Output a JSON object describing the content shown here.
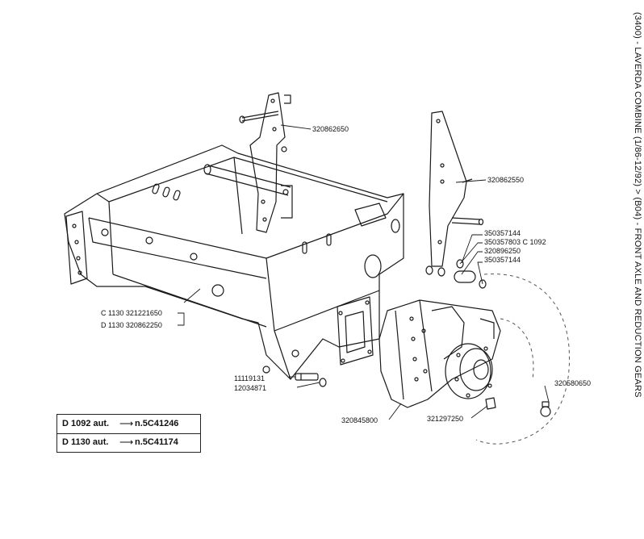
{
  "side_title": "(3400) - LAVERDA COMBINE (1/86-12/92) > (B04) - FRONT AXLE AND REDUCTION GEARS",
  "legend": [
    {
      "model": "D 1092 aut.",
      "arrow": "⟶",
      "serial": "n.5C41246"
    },
    {
      "model": "D 1130 aut.",
      "arrow": "⟶",
      "serial": "n.5C41174"
    }
  ],
  "callouts": {
    "p320862650": "320862650",
    "p320862550": "320862550",
    "p350357144_a": "350357144",
    "p350357803": "350357803 C 1092",
    "p320896250": "320896250",
    "p350357144_b": "350357144",
    "p321221650": "C 1130 321221650",
    "p320862250": "D 1130 320862250",
    "p11119131": "11119131",
    "p12034871": "12034871",
    "p320845800": "320845800",
    "p321297250": "321297250",
    "p320580650": "320580650"
  }
}
